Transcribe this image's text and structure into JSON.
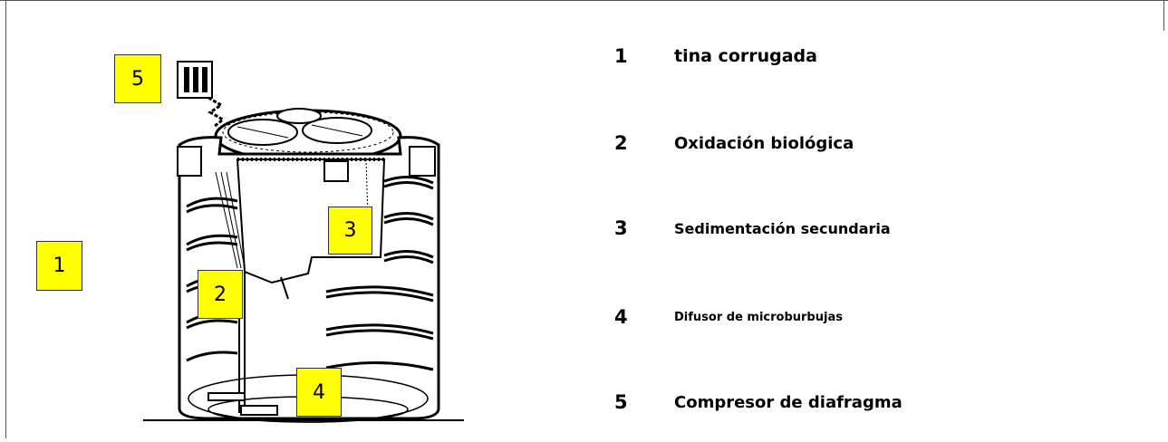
{
  "markers": [
    {
      "number": "1"
    },
    {
      "number": "2"
    },
    {
      "number": "3"
    },
    {
      "number": "4"
    },
    {
      "number": "5"
    }
  ],
  "legend": [
    {
      "number": "1",
      "label": "tina corrugada"
    },
    {
      "number": "2",
      "label": "Oxidación biológica"
    },
    {
      "number": "3",
      "label": "Sedimentación secundaria"
    },
    {
      "number": "4",
      "label": "Difusor de microburbujas"
    },
    {
      "number": "5",
      "label": "Compresor de diafragma"
    }
  ],
  "colors": {
    "marker_fill": "#ffff00",
    "line": "#000000"
  }
}
